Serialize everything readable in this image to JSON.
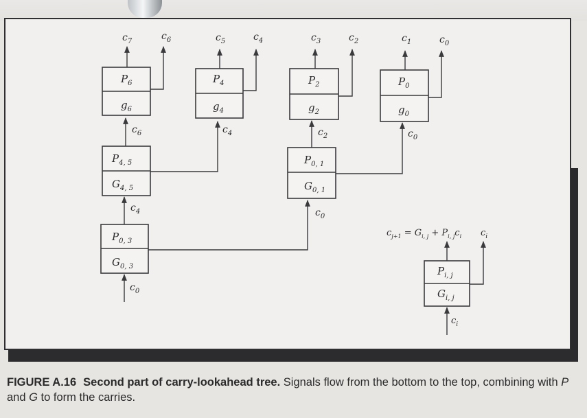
{
  "blocks": [
    {
      "id": "p6g6",
      "p": "P",
      "p_sub": "6",
      "g": "g",
      "g_sub": "6"
    },
    {
      "id": "p4g4",
      "p": "P",
      "p_sub": "4",
      "g": "g",
      "g_sub": "4"
    },
    {
      "id": "p2g2",
      "p": "P",
      "p_sub": "2",
      "g": "g",
      "g_sub": "2"
    },
    {
      "id": "p0g0",
      "p": "P",
      "p_sub": "0",
      "g": "g",
      "g_sub": "0"
    },
    {
      "id": "p45",
      "p": "P",
      "p_sub": "4, 5",
      "g": "G",
      "g_sub": "4, 5"
    },
    {
      "id": "p01",
      "p": "P",
      "p_sub": "0, 1",
      "g": "G",
      "g_sub": "0, 1"
    },
    {
      "id": "p03",
      "p": "P",
      "p_sub": "0, 3",
      "g": "G",
      "g_sub": "0, 3"
    },
    {
      "id": "pij",
      "p": "P",
      "p_sub": "i, j",
      "g": "G",
      "g_sub": "i, j"
    }
  ],
  "signals": {
    "top": [
      {
        "c": "c",
        "sub": "7"
      },
      {
        "c": "c",
        "sub": "6"
      },
      {
        "c": "c",
        "sub": "5"
      },
      {
        "c": "c",
        "sub": "4"
      },
      {
        "c": "c",
        "sub": "3"
      },
      {
        "c": "c",
        "sub": "2"
      },
      {
        "c": "c",
        "sub": "1"
      },
      {
        "c": "c",
        "sub": "0"
      }
    ],
    "between": [
      {
        "c": "c",
        "sub": "6"
      },
      {
        "c": "c",
        "sub": "4"
      },
      {
        "c": "c",
        "sub": "2"
      },
      {
        "c": "c",
        "sub": "0"
      },
      {
        "c": "c",
        "sub": "4"
      },
      {
        "c": "c",
        "sub": "0"
      },
      {
        "c": "c",
        "sub": "0"
      }
    ],
    "legend_in": {
      "c": "c",
      "sub": "i"
    },
    "legend_out_right": {
      "c": "c",
      "sub": "i"
    },
    "legend_equation": {
      "lhs": "c",
      "lhs_sub": "j+1",
      "eq": " = ",
      "g": "G",
      "g_sub": "i, j",
      "plus": " + ",
      "p": "P",
      "p_sub": "i, j",
      "c": "c",
      "c_sub": "i"
    }
  },
  "caption": {
    "figure_number": "FIGURE A.16",
    "title": "Second part of carry-lookahead tree.",
    "text_1": " Signals flow from the bottom to the top, combining with ",
    "p_var": "P",
    "text_2": " and ",
    "g_var": "G",
    "text_3": " to form the carries."
  }
}
